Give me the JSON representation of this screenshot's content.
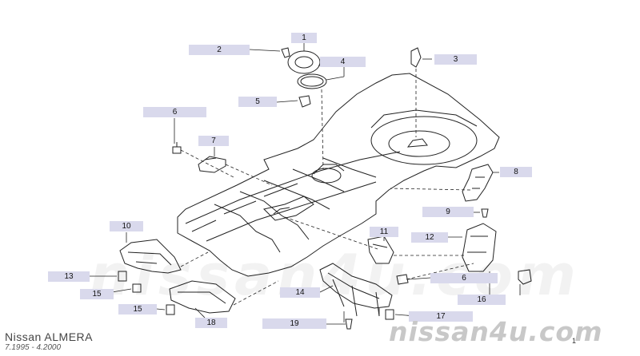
{
  "diagram": {
    "callouts": [
      "1",
      "2",
      "3",
      "4",
      "5",
      "6",
      "7",
      "8",
      "9",
      "10",
      "11",
      "12",
      "13",
      "15",
      "6",
      "15",
      "14",
      "16",
      "15",
      "18",
      "19",
      "17"
    ],
    "watermark": "nissan4u.com",
    "brand": "nissan4u.com",
    "model": "Nissan ALMERA",
    "dates": "7.1995 - 4.2000",
    "page_mark": "1",
    "colors": {
      "callout_bg": "#d9d9ec",
      "line": "#222222",
      "brand": "#c8c8c8"
    }
  }
}
